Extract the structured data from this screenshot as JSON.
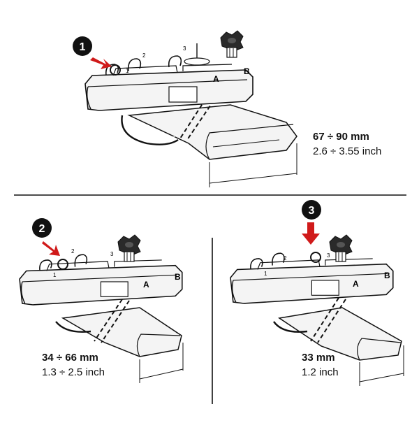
{
  "panels": {
    "top": {
      "step": "1",
      "measure_mm": "67 ÷ 90 mm",
      "measure_inch": "2.6 ÷ 3.55 inch",
      "letter_a": "A",
      "letter_b": "B",
      "slots": [
        "1",
        "2",
        "3"
      ]
    },
    "bottom_left": {
      "step": "2",
      "measure_mm": "34 ÷ 66 mm",
      "measure_inch": "1.3 ÷ 2.5 inch",
      "letter_a": "A",
      "letter_b": "B",
      "slots": [
        "1",
        "2",
        "3"
      ]
    },
    "bottom_right": {
      "step": "3",
      "measure_mm": "33 mm",
      "measure_inch": "1.2 inch",
      "letter_a": "A",
      "letter_b": "B",
      "slots": [
        "1",
        "2",
        "3"
      ]
    }
  },
  "colors": {
    "arrow": "#d01a1a",
    "badge": "#111111",
    "line": "#111111",
    "fill": "#f2f2f2"
  }
}
